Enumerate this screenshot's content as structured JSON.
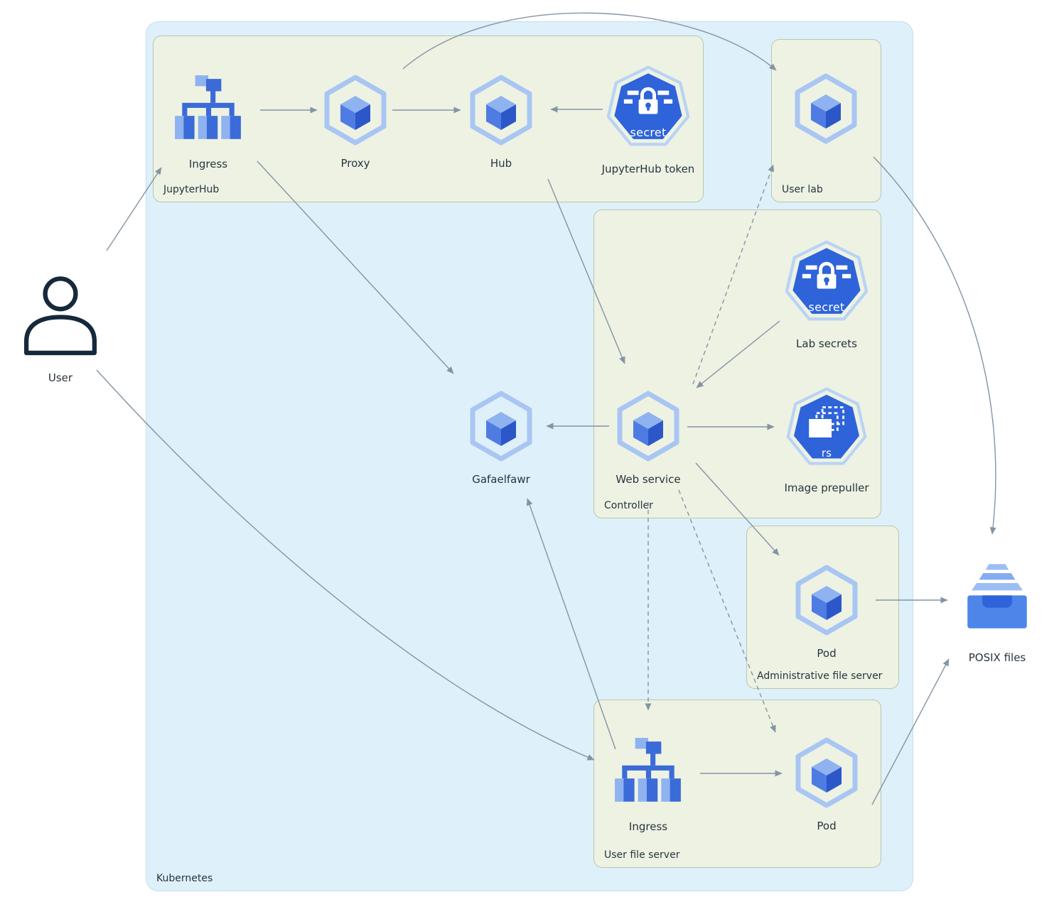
{
  "outer_group": {
    "label": "Kubernetes"
  },
  "groups": {
    "jupyterhub": {
      "label": "JupyterHub"
    },
    "user_lab": {
      "label": "User lab"
    },
    "controller": {
      "label": "Controller"
    },
    "admin_file_server": {
      "label": "Administrative file server"
    },
    "user_file_server": {
      "label": "User file server"
    }
  },
  "nodes": {
    "user": {
      "label": "User"
    },
    "jupyterhub_ingress": {
      "label": "Ingress"
    },
    "proxy": {
      "label": "Proxy"
    },
    "hub": {
      "label": "Hub"
    },
    "jupyterhub_token": {
      "label": "JupyterHub token",
      "icon_text": "secret"
    },
    "lab_secrets": {
      "label": "Lab secrets",
      "icon_text": "secret"
    },
    "web_service": {
      "label": "Web service"
    },
    "image_prepuller": {
      "label": "Image prepuller",
      "icon_text": "rs"
    },
    "gafaelfawr": {
      "label": "Gafaelfawr"
    },
    "admin_pod": {
      "label": "Pod"
    },
    "user_fs_ingress": {
      "label": "Ingress"
    },
    "user_fs_pod": {
      "label": "Pod"
    },
    "posix_files": {
      "label": "POSIX files"
    }
  },
  "colors": {
    "kubernetes_bg": "#def0fa",
    "group_bg": "#edf2e3",
    "arrow": "#8494a4",
    "icon_blue_dark": "#2e63d9",
    "icon_blue_mid": "#4f7ce2",
    "icon_blue_light": "#a9c6f3",
    "label_text": "#28343f"
  }
}
